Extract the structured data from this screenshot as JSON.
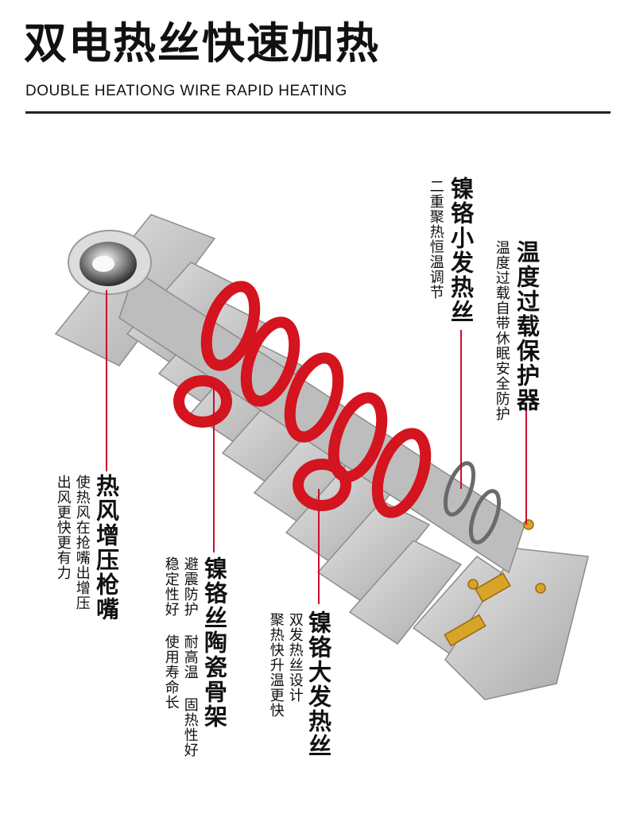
{
  "header": {
    "title": "双电热丝快速加热",
    "subtitle": "DOUBLE HEATIONG WIRE RAPID HEATING"
  },
  "labels": [
    {
      "id": "nozzle",
      "title": "热风增压枪嘴",
      "desc": [
        "使热风在抢嘴出增压",
        "出风更快更有力"
      ]
    },
    {
      "id": "ceramic",
      "title": "镍铬丝陶瓷骨架",
      "desc": [
        "避震防护 耐高温 固热性好",
        "稳定性好 使用寿命长"
      ]
    },
    {
      "id": "big-wire",
      "title": "镍铬大发热丝",
      "desc": [
        "双发热丝设计",
        "聚热快升温更快"
      ]
    },
    {
      "id": "small-wire",
      "title": "镍铬小发热丝",
      "desc": [
        "二重聚热恒温调节"
      ]
    },
    {
      "id": "thermal-protector",
      "title": "温度过载保护器",
      "desc": [
        "温度过载自带休眠安全防护"
      ]
    }
  ],
  "colors": {
    "coil": "#d4141e",
    "callout_line": "#c8102e",
    "ceramic": "#c9c9c9",
    "brass": "#d8a428"
  }
}
